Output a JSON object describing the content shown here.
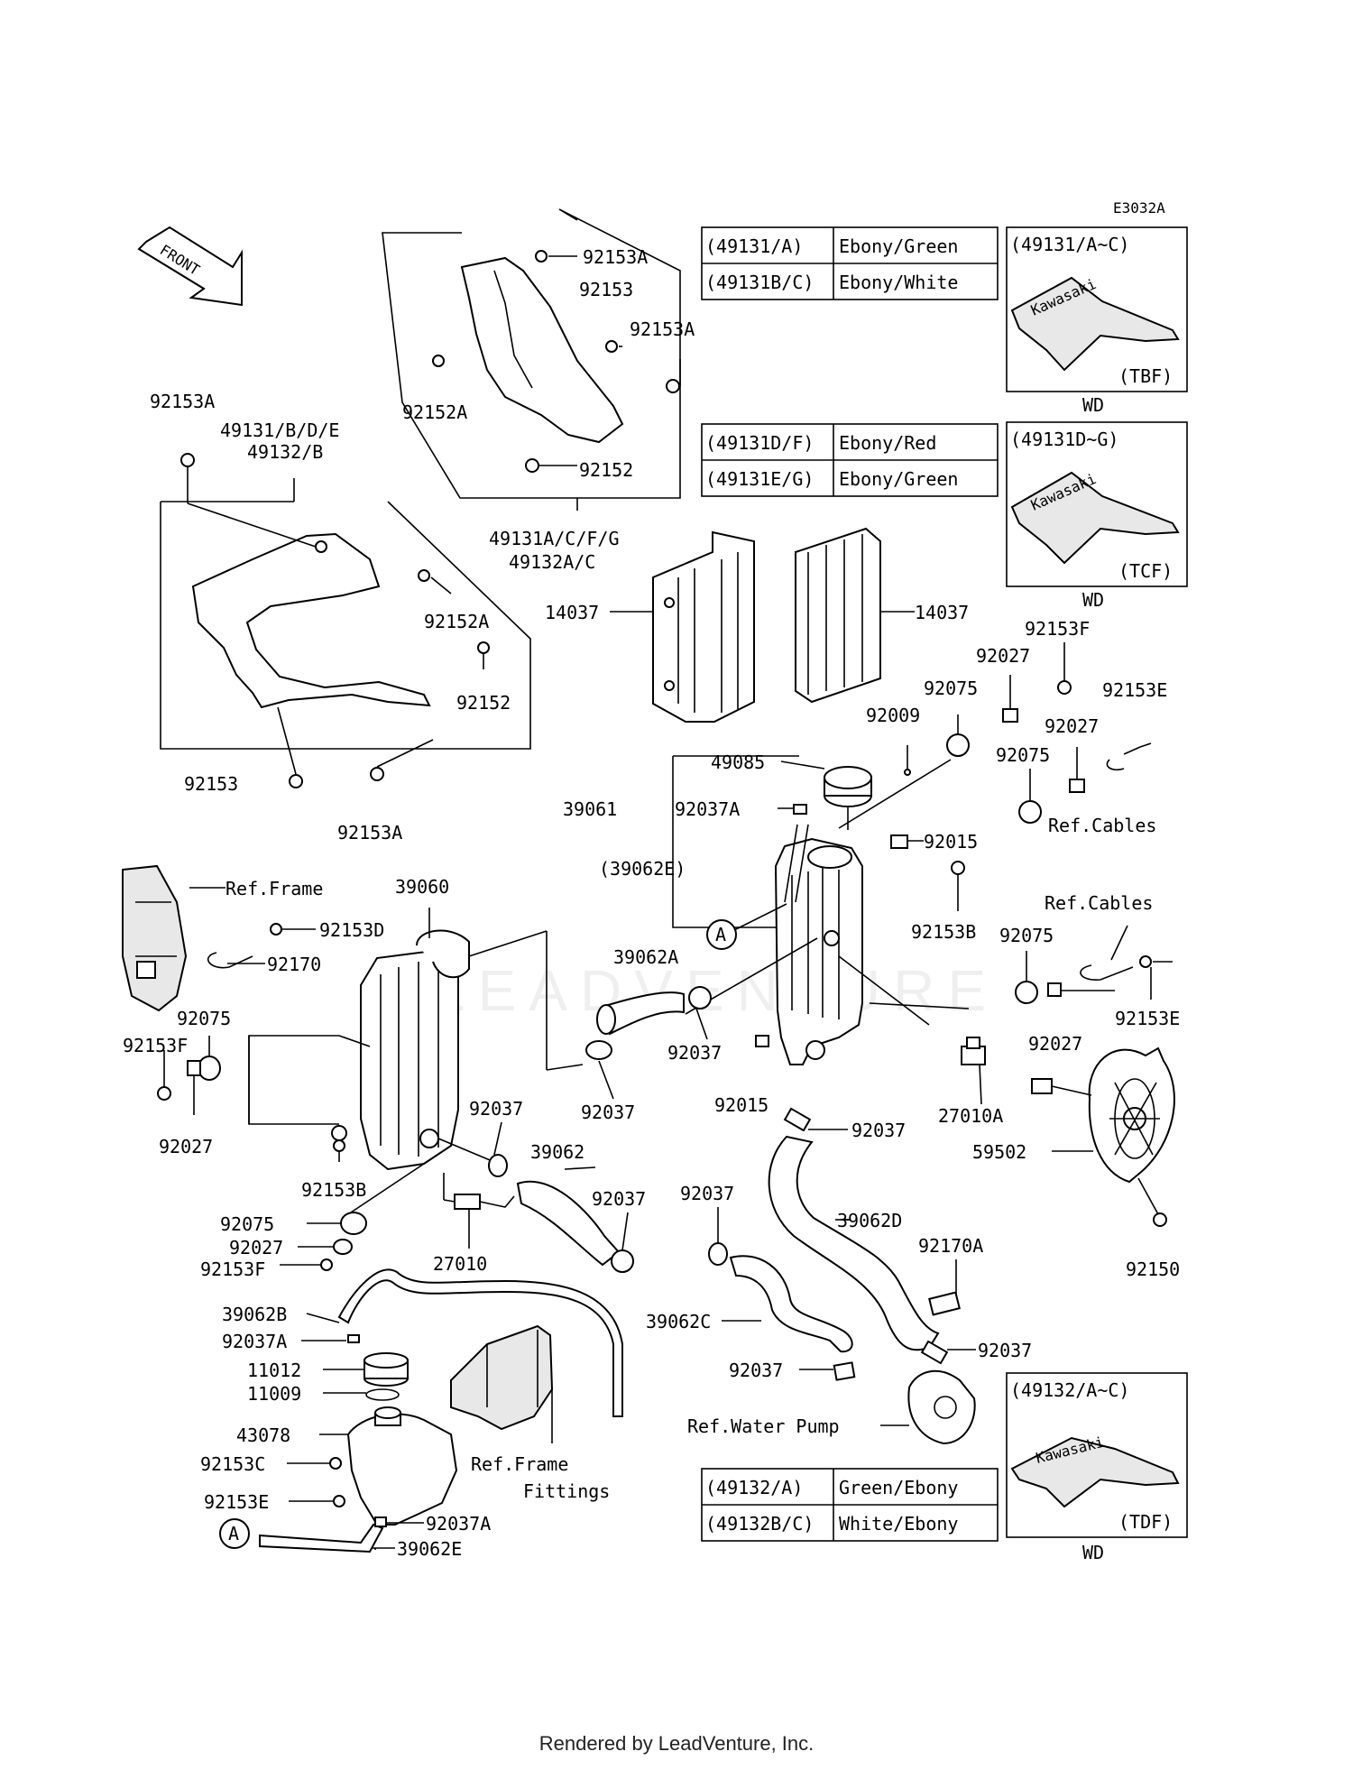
{
  "diagram_code": "E3032A",
  "front_label": "FRONT",
  "footer": "Rendered by LeadVenture, Inc.",
  "watermark": "LEADVENTURE",
  "labels": {
    "p92153A_top": "92153A",
    "p92153_top": "92153",
    "p92153A_top2": "92153A",
    "p92152A_top": "92152A",
    "p92152_top": "92152",
    "p49131ACFG": "49131A/C/F/G",
    "p49132AC": "49132A/C",
    "p92153A_left": "92153A",
    "p49131BDE": "49131/B/D/E",
    "p49132B": "49132/B",
    "p92152A_left": "92152A",
    "p92152_left": "92152",
    "p92153_left": "92153",
    "p92153A_left2": "92153A",
    "p14037_l": "14037",
    "p14037_r": "14037",
    "p92153F_r": "92153F",
    "p92027_r1": "92027",
    "p92075_r1": "92075",
    "p92153E_r1": "92153E",
    "p92009": "92009",
    "p92027_r2": "92027",
    "p92075_r2": "92075",
    "p49085": "49085",
    "p39061": "39061",
    "p92037A_r": "92037A",
    "p39062E_p": "(39062E)",
    "refCables1": "Ref.Cables",
    "p92015_r": "92015",
    "p92153B_r": "92153B",
    "refCables2": "Ref.Cables",
    "p92075_r3": "92075",
    "p92153E_r2": "92153E",
    "p92027_r3": "92027",
    "refFrame1": "Ref.Frame",
    "p39060": "39060",
    "p92153D": "92153D",
    "p92170": "92170",
    "p39062A": "39062A",
    "p92075_l": "92075",
    "p92153F_l": "92153F",
    "p92027_l": "92027",
    "p92037_m1": "92037",
    "p92037_m2": "92037",
    "p92015_m": "92015",
    "p27010A": "27010A",
    "p92037_m3": "92037",
    "p59502": "59502",
    "p92153B_l": "92153B",
    "p92037_m4": "92037",
    "p39062": "39062",
    "p92037_m5": "92037",
    "p92075_b": "92075",
    "p92027_b": "92027",
    "p92153F_b": "92153F",
    "p27010": "27010",
    "p92037_c1": "92037",
    "p39062D": "39062D",
    "p92170A": "92170A",
    "p92150": "92150",
    "p39062B": "39062B",
    "p92037A_b": "92037A",
    "p11012": "11012",
    "p11009": "11009",
    "p43078": "43078",
    "p92153C": "92153C",
    "p92153E_b": "92153E",
    "p92037A_b2": "92037A",
    "p39062E_b": "39062E",
    "p39062C": "39062C",
    "p92037_c2": "92037",
    "p92037_c3": "92037",
    "refWaterPump": "Ref.Water Pump",
    "refFrameFit1": "Ref.Frame",
    "refFrameFit2": "Fittings",
    "circleA1": "A",
    "circleA2": "A"
  },
  "color_tables": [
    {
      "rows": [
        {
          "code": "(49131/A)",
          "color": "Ebony/Green"
        },
        {
          "code": "(49131B/C)",
          "color": "Ebony/White"
        }
      ]
    },
    {
      "rows": [
        {
          "code": "(49131D/F)",
          "color": "Ebony/Red"
        },
        {
          "code": "(49131E/G)",
          "color": "Ebony/Green"
        }
      ]
    },
    {
      "rows": [
        {
          "code": "(49132/A)",
          "color": "Green/Ebony"
        },
        {
          "code": "(49132B/C)",
          "color": "White/Ebony"
        }
      ]
    }
  ],
  "insets": [
    {
      "title": "(49131/A~C)",
      "code": "(TBF)",
      "sub": "WD",
      "brand": "Kawasaki"
    },
    {
      "title": "(49131D~G)",
      "code": "(TCF)",
      "sub": "WD",
      "brand": "Kawasaki"
    },
    {
      "title": "(49132/A~C)",
      "code": "(TDF)",
      "sub": "WD",
      "brand": "Kawasaki"
    }
  ]
}
